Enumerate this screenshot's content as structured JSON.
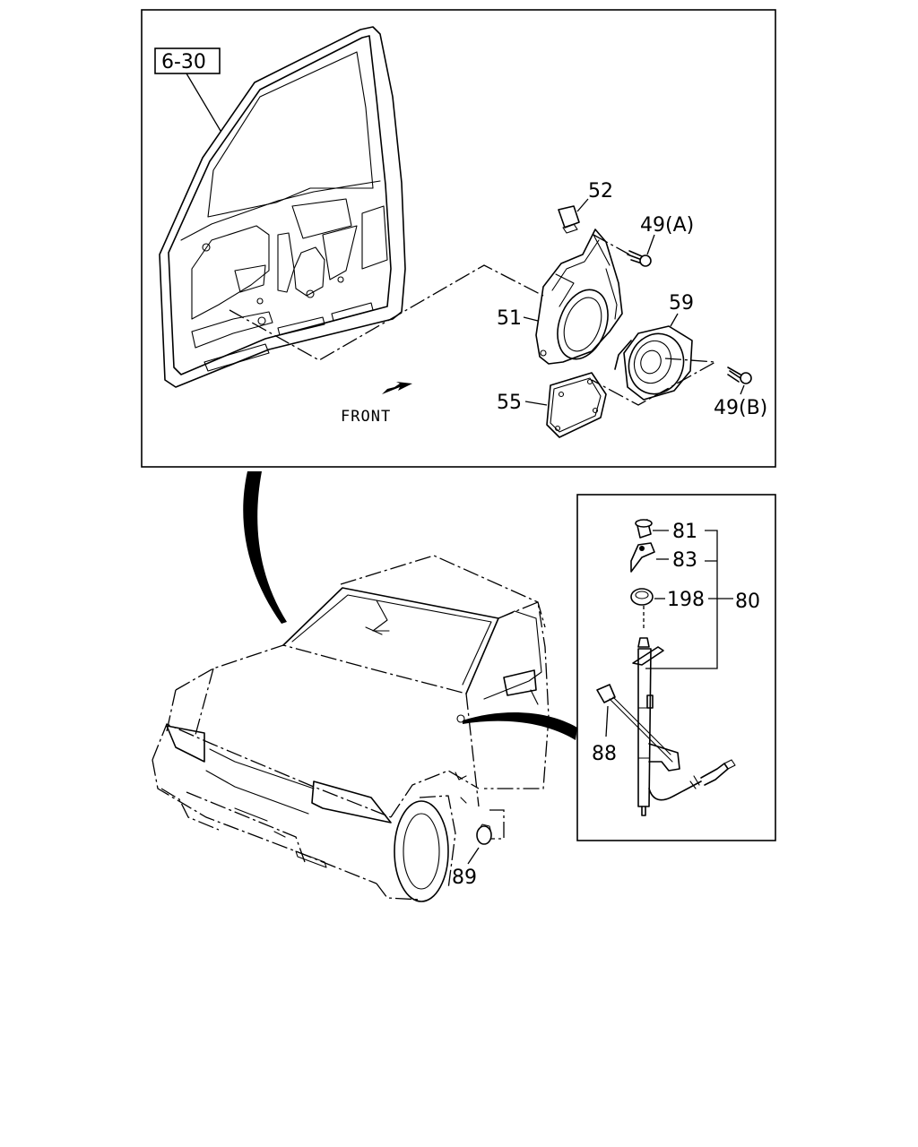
{
  "callouts": {
    "ref_6_30": "6-30",
    "p52": "52",
    "p49a": "49(A)",
    "p51": "51",
    "p59": "59",
    "p55": "55",
    "p49b": "49(B)",
    "p81": "81",
    "p83": "83",
    "p198": "198",
    "p80": "80",
    "p88": "88",
    "p89": "89"
  },
  "direction_label": "FRONT",
  "icons": {
    "front_arrow": "arrow-down-left-icon"
  }
}
